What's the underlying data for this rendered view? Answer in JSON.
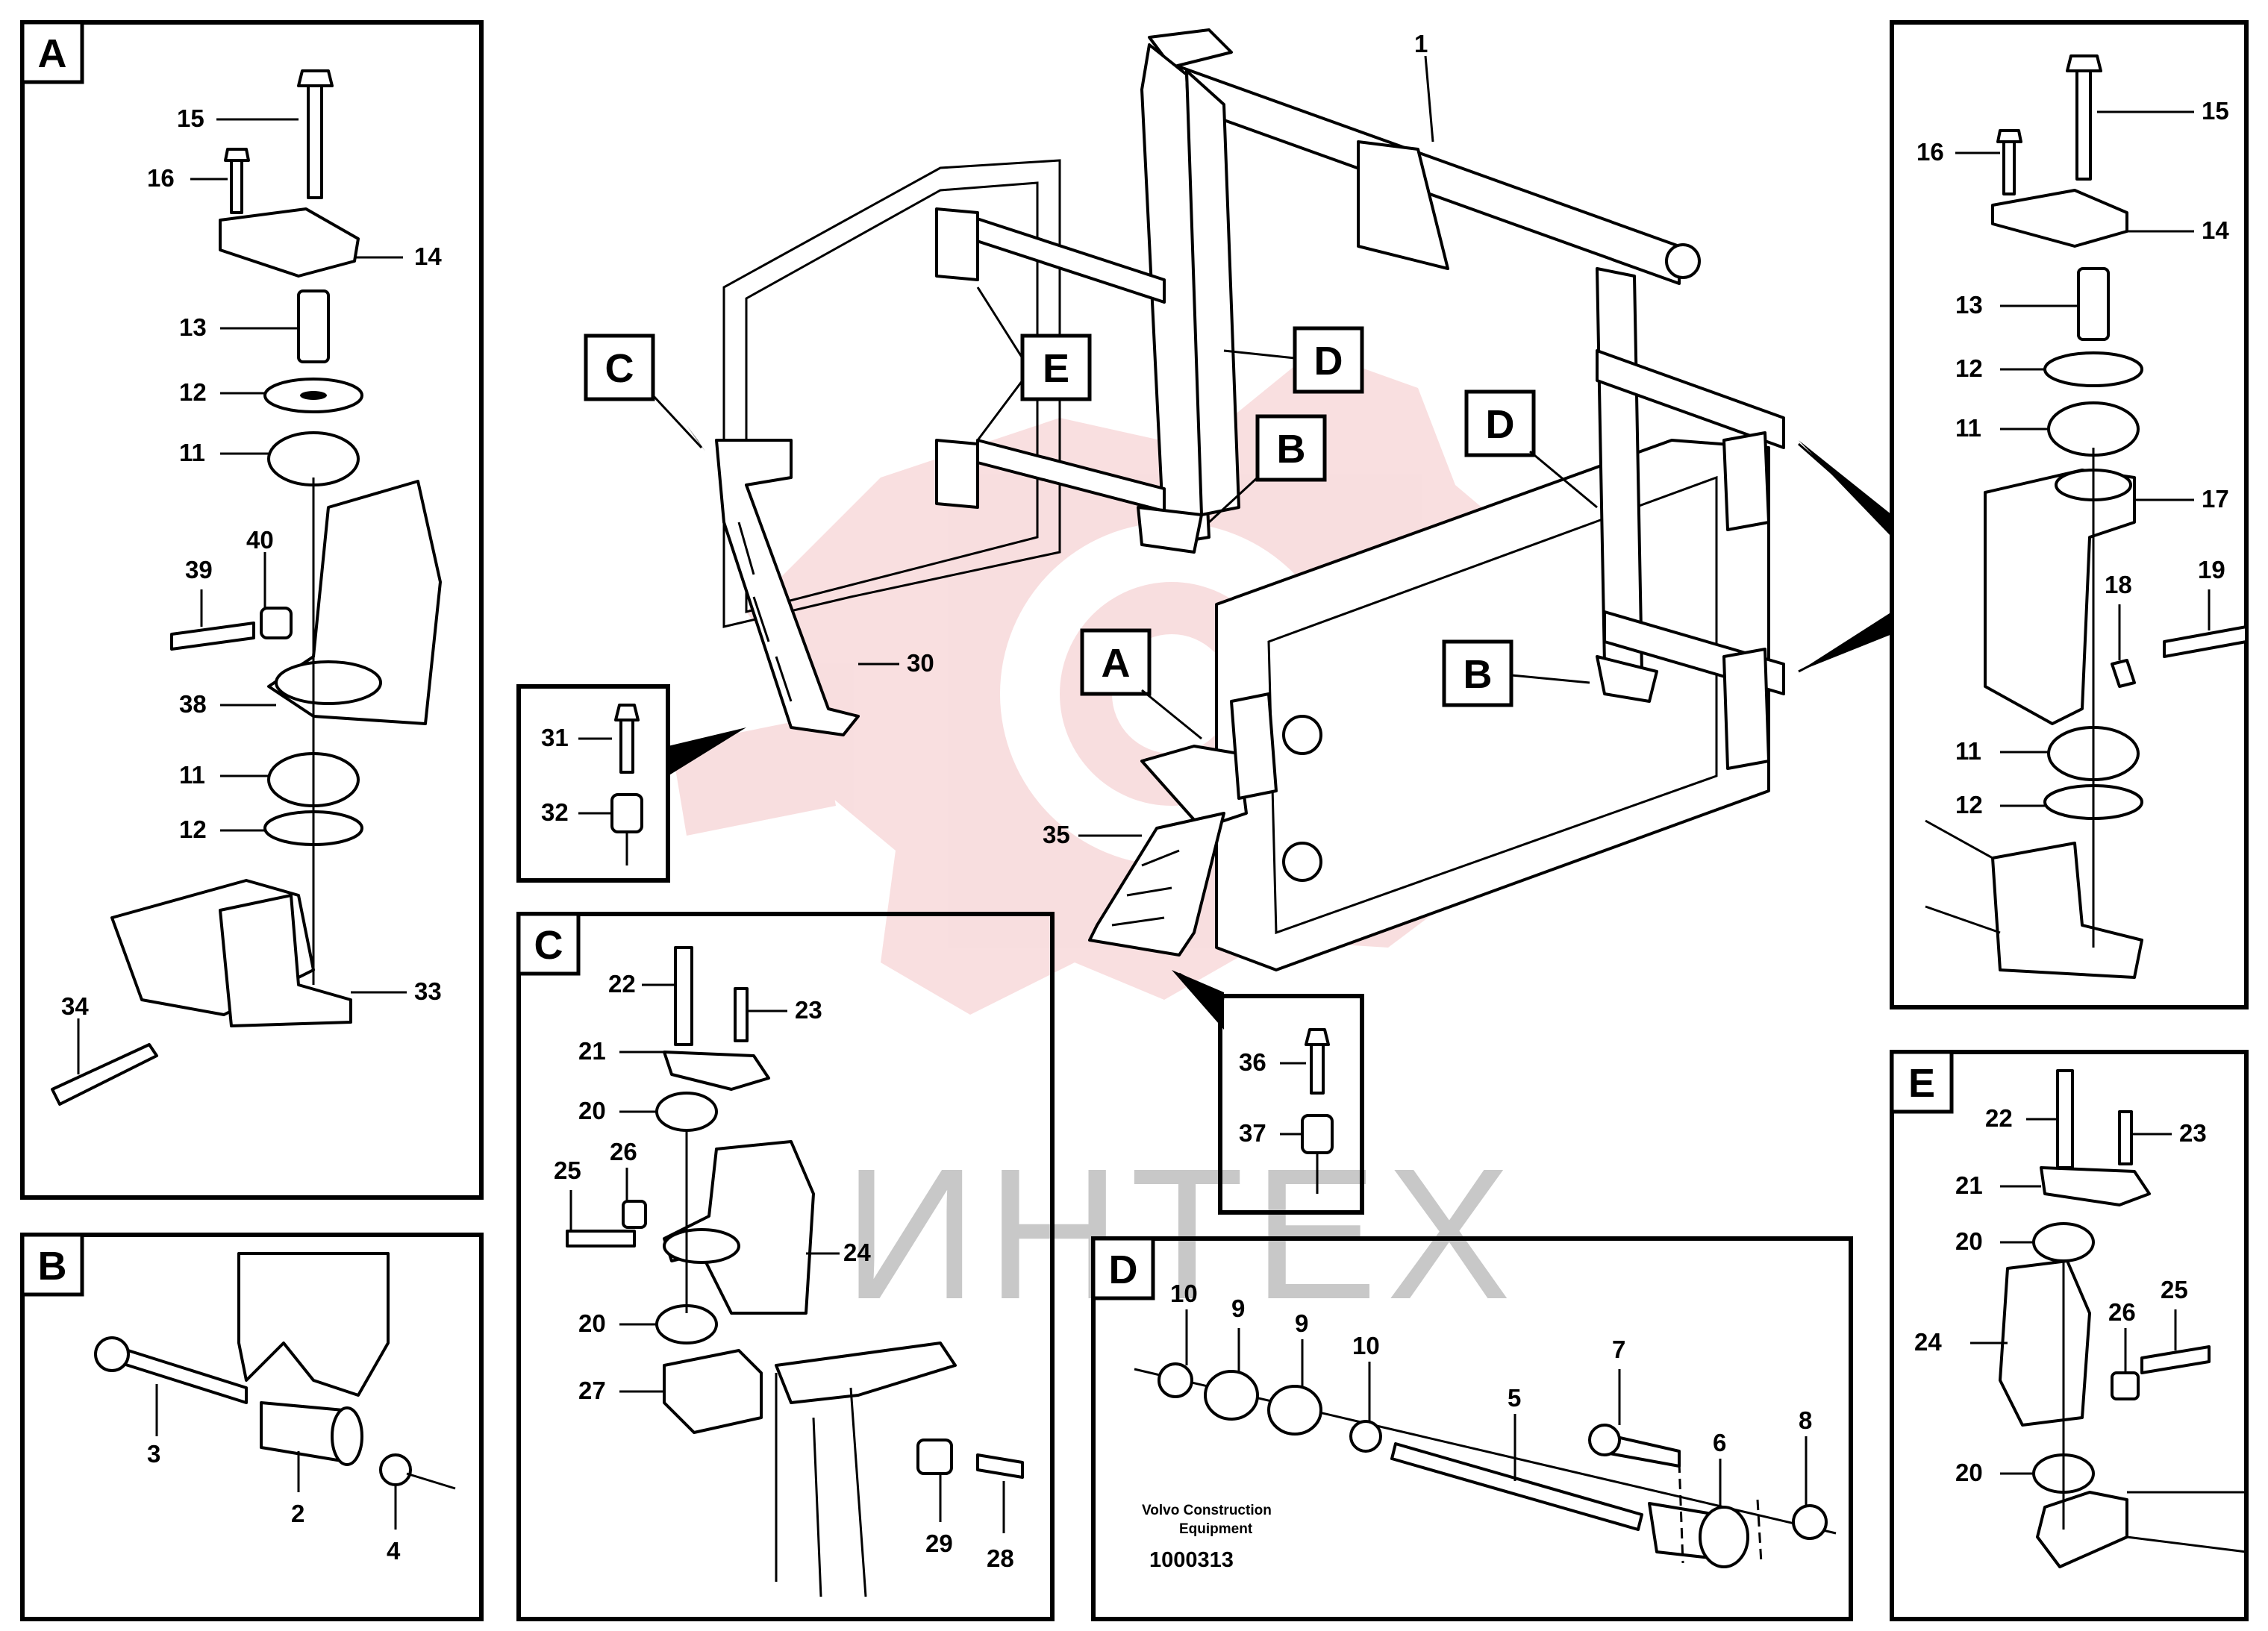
{
  "watermark": {
    "text": "ИНТЕХ",
    "logo_color": "#f4c4c6"
  },
  "caption": {
    "line1": "Volvo Construction",
    "line2": "Equipment",
    "doc_number": "1000313"
  },
  "main_view": {
    "labels": {
      "frame": "1",
      "bracket_left": "30",
      "bracket_front": "35",
      "bolt_c": "31",
      "spacer_c": "32",
      "bolt_a": "36",
      "spacer_a": "37"
    },
    "tags": {
      "c": "C",
      "e": "E",
      "d_upper": "D",
      "b_upper": "B",
      "d_right": "D",
      "a": "A",
      "b_right": "B"
    }
  },
  "panels": {
    "a": {
      "title": "A",
      "labels": [
        "15",
        "16",
        "14",
        "13",
        "12",
        "11",
        "40",
        "39",
        "38",
        "11",
        "12",
        "34",
        "33"
      ]
    },
    "b": {
      "title": "B",
      "labels": [
        "3",
        "2",
        "4"
      ]
    },
    "c": {
      "title": "C",
      "labels": [
        "22",
        "23",
        "21",
        "20",
        "25",
        "26",
        "24",
        "20",
        "27",
        "29",
        "28"
      ]
    },
    "d": {
      "title": "D",
      "labels": [
        "10",
        "9",
        "9",
        "10",
        "7",
        "5",
        "6",
        "8"
      ]
    },
    "e": {
      "title": "E",
      "labels": [
        "22",
        "23",
        "21",
        "20",
        "25",
        "24",
        "26",
        "20"
      ]
    },
    "right": {
      "labels": [
        "15",
        "16",
        "14",
        "13",
        "12",
        "11",
        "17",
        "18",
        "19",
        "11",
        "12"
      ]
    }
  }
}
